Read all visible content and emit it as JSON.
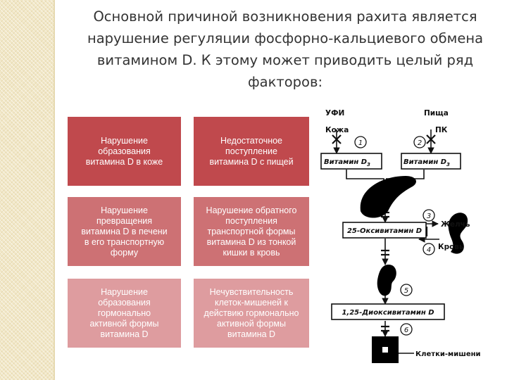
{
  "title_lines": [
    "Основной причиной возникновения рахита является",
    "нарушение регуляции фосфорно-кальциевого обмена",
    "витамином D.  К этому может приводить целый ряд",
    "факторов:"
  ],
  "boxes": [
    {
      "lines": [
        "Нарушение",
        "образования",
        "витамина D в коже"
      ]
    },
    {
      "lines": [
        "Недостаточное",
        "поступление",
        "витамина D с пищей"
      ]
    },
    {
      "lines": [
        "Нарушение",
        "превращения",
        "витамина D в печени",
        "в его транспортную",
        "форму"
      ]
    },
    {
      "lines": [
        "Нарушение обратного",
        "поступления",
        "транспортной формы",
        "витамина D из тонкой",
        "кишки в кровь"
      ]
    },
    {
      "lines": [
        "Нарушение",
        "образования",
        "гормонально",
        "активной формы",
        "витамина D"
      ]
    },
    {
      "lines": [
        "Нечувствительность",
        "клеток-мишеней к",
        "действию гормонально",
        "активной формы",
        "витамина D"
      ]
    }
  ],
  "diagram": {
    "ufi": "УФИ",
    "kozha": "Кожа",
    "pishcha": "Пища",
    "pk": "ПК",
    "vitamin_label_left": "Витамин D",
    "vitamin_label_right": "Витамин D",
    "sub3": "3",
    "oxy": "25-Оксивитамин D",
    "zhelch": "Желчь",
    "krov": "Кровь",
    "dioxy": "1,25-Диоксивитамин D",
    "target": "Клетки-мишени",
    "n1": "1",
    "n2": "2",
    "n3": "3",
    "n4": "4",
    "n5": "5",
    "n6": "6"
  },
  "colors": {
    "row1": "#c0494d",
    "row2": "#cd7174",
    "row3": "#de9c9f",
    "title": "#333333"
  }
}
